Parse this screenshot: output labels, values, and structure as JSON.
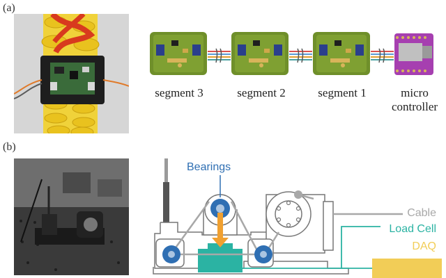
{
  "panels": {
    "a": {
      "label": "(a)"
    },
    "b": {
      "label": "(b)"
    }
  },
  "panel_a": {
    "chain": [
      {
        "label": "segment 3"
      },
      {
        "label": "segment 2"
      },
      {
        "label": "segment 1"
      },
      {
        "label_line1": "micro",
        "label_line2": "controller"
      }
    ],
    "colors": {
      "pcb_green": "#6f8f2a",
      "connector_blue": "#2a3f8c",
      "wire_colors": [
        "#d9534f",
        "#5b9bd5",
        "#e0a030",
        "#4aa0a0"
      ],
      "micro_board": "#a63fb0"
    }
  },
  "panel_b": {
    "labels": {
      "bearings": "Bearings",
      "cable": "Cable",
      "load_cell": "Load Cell",
      "daq": "DAQ"
    },
    "colors": {
      "bearings": "#2f6fb3",
      "cable": "#a8a8a8",
      "load_cell": "#2bb3a3",
      "daq": "#f2cd57",
      "arrow": "#f0a030"
    }
  }
}
